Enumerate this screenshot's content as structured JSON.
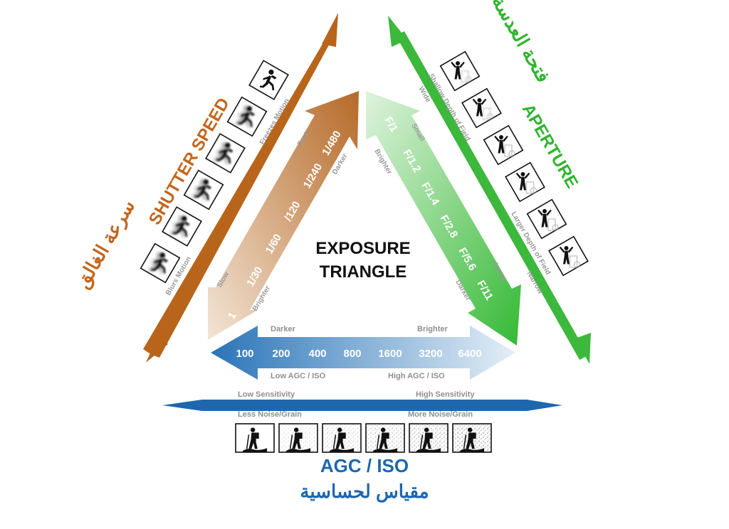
{
  "center": {
    "line1": "EXPOSURE",
    "line2": "TRIANGLE"
  },
  "shutter": {
    "title_en": "SHUTTER SPEED",
    "title_ar": "سرعة الغالق",
    "values": [
      "1",
      "1/30",
      "1/60",
      "/120",
      "1/240",
      "1/480"
    ],
    "slow": "Slow",
    "fast": "Fast",
    "brighter": "Brighter",
    "darker": "Darker",
    "blurs": "Blurs Motion",
    "freezes": "Freezes Motion",
    "icon": "running-person-icon",
    "color": "#b8651b",
    "color_light": "#ecd6c0"
  },
  "aperture": {
    "title_en": "APERTURE",
    "title_ar": "فتحة العدسة",
    "values": [
      "F/1",
      "F/1.2",
      "F/1.4",
      "F/2.8",
      "F/5.6",
      "F/11"
    ],
    "small": "Small",
    "large": "Large",
    "brighter": "Brighter",
    "darker": "Darker",
    "wide": "Wide",
    "narrow": "Narrow",
    "shallow": "Shallow Depth of Field",
    "larger": "Larger Depth of Field",
    "icon": "person-with-background-icon",
    "color": "#2fb52f",
    "color_light": "#cdeccc"
  },
  "iso": {
    "title_en": "AGC / ISO",
    "title_ar": "مقياس لحساسية",
    "values": [
      "100",
      "200",
      "400",
      "800",
      "1600",
      "3200",
      "6400"
    ],
    "darker": "Darker",
    "brighter": "Brighter",
    "low_agc": "Low AGC / ISO",
    "high_agc": "High AGC / ISO",
    "low_sens": "Low Sensitivity",
    "high_sens": "High Sensitivity",
    "less_noise": "Less Noise/Grain",
    "more_noise": "More Noise/Grain",
    "icon": "hiker-icon",
    "color": "#2a78be",
    "color_light": "#dce9f5"
  }
}
